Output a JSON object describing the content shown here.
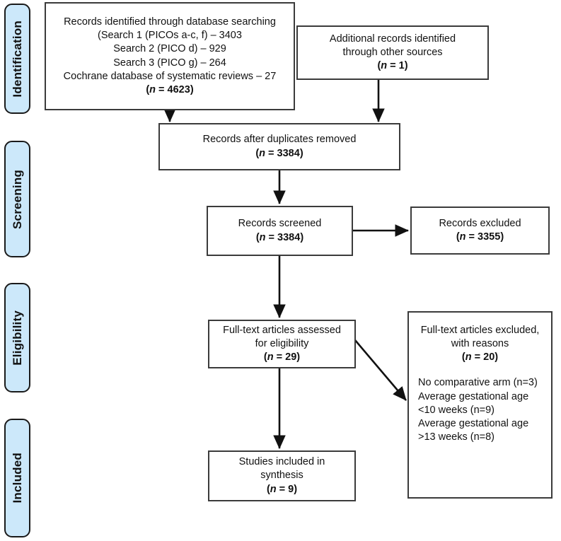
{
  "diagram": {
    "title": "PRISMA flow diagram",
    "stage_fill": "#cce8fa",
    "stage_border": "#1a1a1a",
    "box_border": "#3b3b3b",
    "text_color": "#111111"
  },
  "stages": [
    {
      "label": "Identification"
    },
    {
      "label": "Screening"
    },
    {
      "label": "Eligibility"
    },
    {
      "label": "Included"
    }
  ],
  "boxes": {
    "identified": {
      "lines": [
        "Records identified through database searching",
        "(Search 1  (PICOs a-c, f) – 3403",
        "Search 2 (PICO d) – 929",
        "Search 3 (PICO g) – 264",
        "Cochrane database of systematic reviews – 27"
      ],
      "n_prefix": "(",
      "n_italic": "n",
      "n_value": " = 4623)"
    },
    "additional": {
      "lines": [
        "Additional records identified",
        "through other sources"
      ],
      "n_prefix": "(",
      "n_italic": "n",
      "n_value": " = 1)"
    },
    "after_duplicates": {
      "lines": [
        "Records after duplicates removed"
      ],
      "n_prefix": "(",
      "n_italic": "n",
      "n_value": " = 3384)"
    },
    "screened": {
      "lines": [
        "Records screened"
      ],
      "n_prefix": "(",
      "n_italic": "n",
      "n_value": " =  3384)"
    },
    "records_excluded": {
      "lines": [
        "Records excluded"
      ],
      "n_prefix": "(",
      "n_italic": "n",
      "n_value": " =  3355)"
    },
    "fulltext_assessed": {
      "lines": [
        "Full-text articles assessed",
        "for eligibility"
      ],
      "n_prefix": "(",
      "n_italic": "n",
      "n_value": " =  29)"
    },
    "fulltext_excluded": {
      "lines": [
        "Full-text articles excluded,",
        "with reasons"
      ],
      "n_prefix": "(",
      "n_italic": "n",
      "n_value": " =  20)",
      "reasons": [
        "No comparative arm (n=3)",
        "Average gestational age",
        "<10 weeks (n=9)",
        "Average gestational age",
        ">13 weeks (n=8)"
      ]
    },
    "included": {
      "lines": [
        "Studies included in",
        "synthesis"
      ],
      "n_prefix": "(",
      "n_italic": "n",
      "n_value": " =  9)"
    }
  }
}
